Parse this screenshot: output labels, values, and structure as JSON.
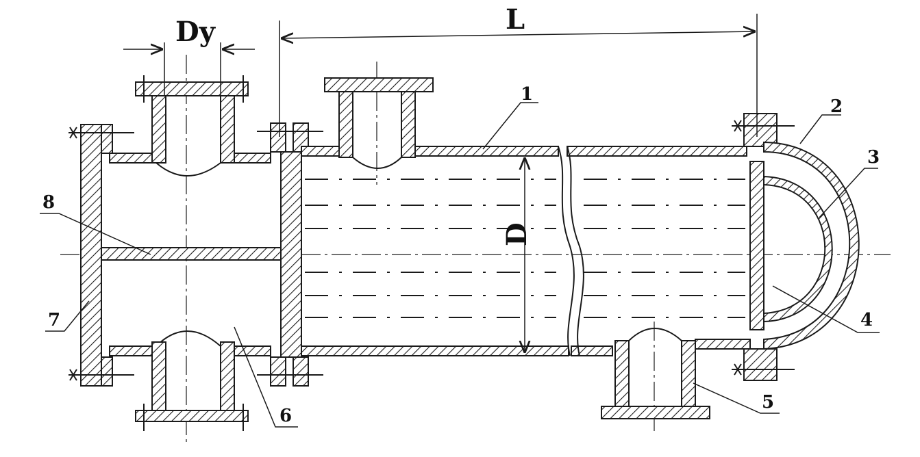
{
  "dimensions": {
    "length": "L",
    "diameter": "D",
    "nozzle_diameter": "Dy"
  },
  "callouts": [
    "1",
    "2",
    "3",
    "4",
    "5",
    "6",
    "7",
    "8"
  ],
  "colors": {
    "ink": "#1a1a1a",
    "paper": "#ffffff"
  }
}
